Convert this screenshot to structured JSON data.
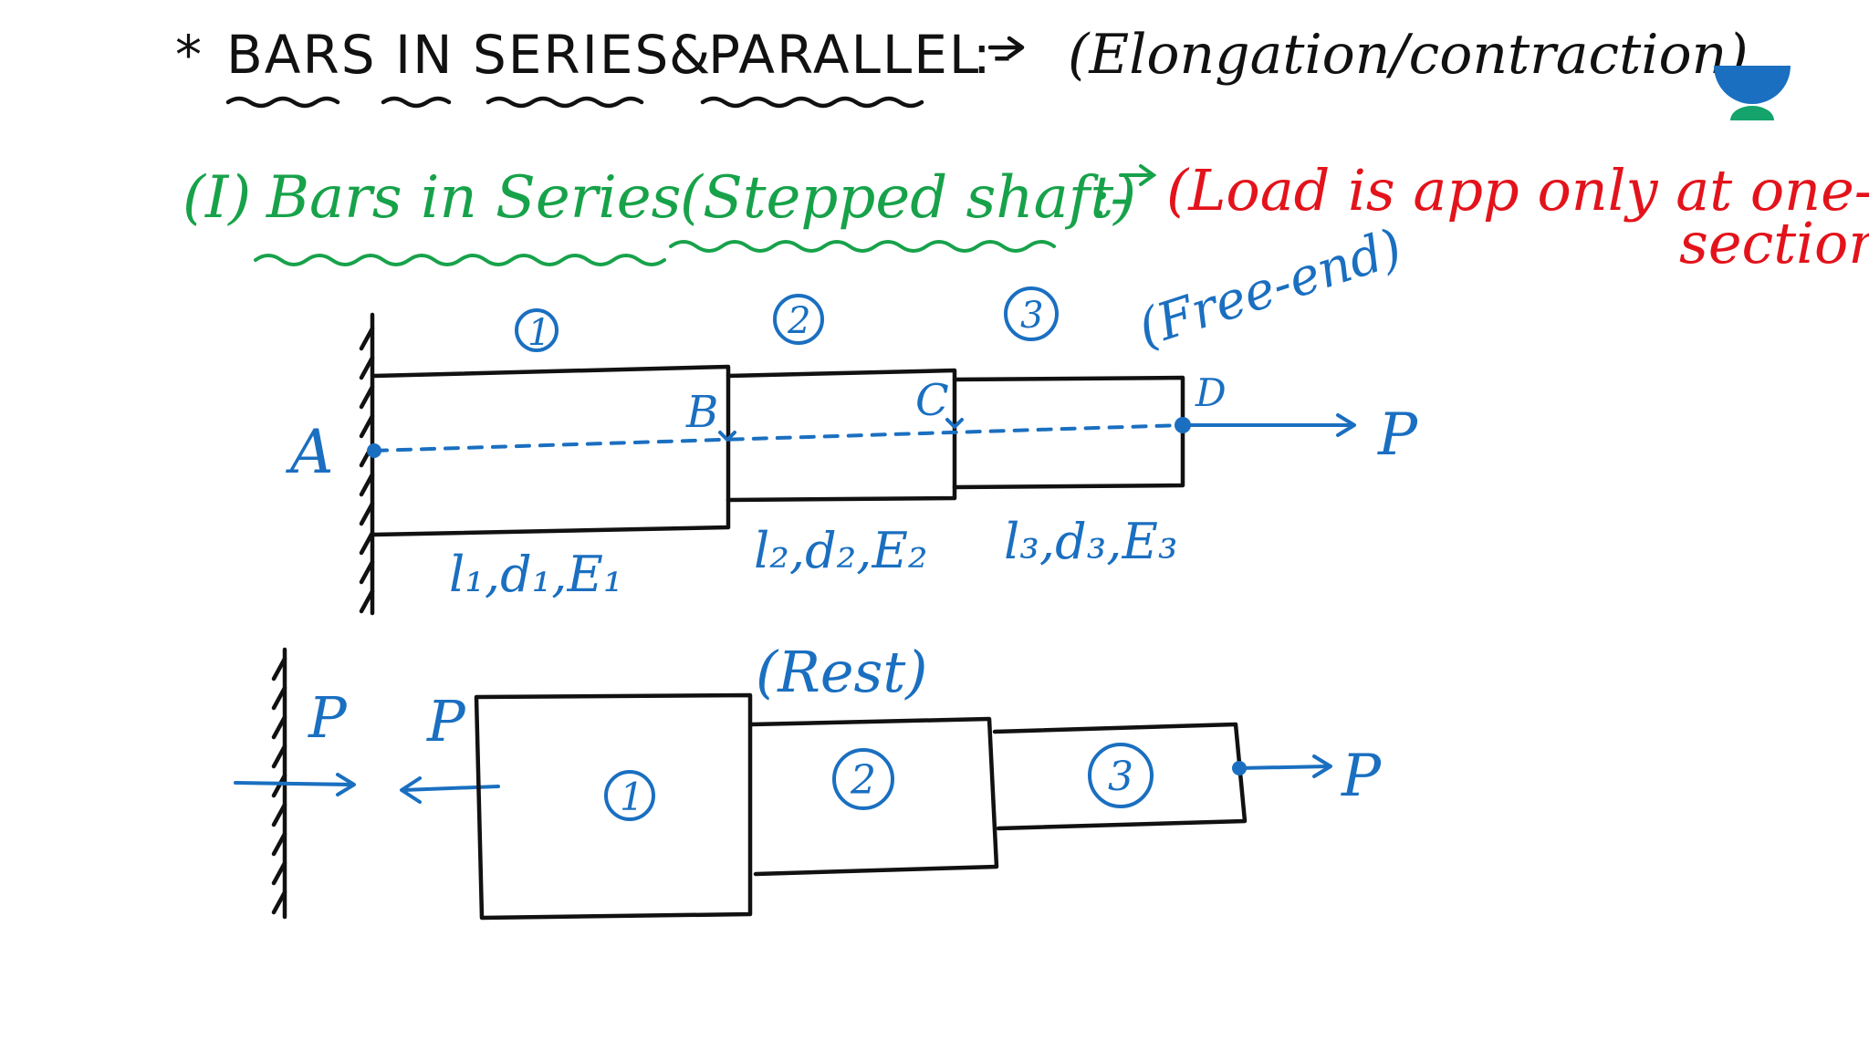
{
  "title": {
    "star": "*",
    "text": "BARS IN SERIES",
    "amp": "&",
    "text2": "PARALLEL",
    "sep": ":-",
    "paren": "(Elongation/contraction)"
  },
  "section": {
    "number": "(I)",
    "label": "Bars in Series",
    "paren": "(Stepped shaft)",
    "sep": ":-"
  },
  "note": {
    "line1": "(Load is app only at one-",
    "line2": "section)"
  },
  "upper_diagram": {
    "segment_numbers": [
      "1",
      "2",
      "3"
    ],
    "free_end": "(Free-end)",
    "points": {
      "a": "A",
      "b": "B",
      "c": "C",
      "d": "D"
    },
    "load": "P",
    "props": [
      "l₁,d₁,E₁",
      "l₂,d₂,E₂",
      "l₃,d₃,E₃"
    ]
  },
  "lower_diagram": {
    "rest": "(Rest)",
    "reaction_wall": "P",
    "reaction_bar": "P",
    "load": "P",
    "segment_numbers": [
      "1",
      "2",
      "3"
    ]
  },
  "colors": {
    "ink": "#111111",
    "green": "#17a24a",
    "red": "#e3131b",
    "blue": "#1a6fc0",
    "logo_top": "#1a6fc0",
    "logo_bottom": "#13a36b"
  }
}
